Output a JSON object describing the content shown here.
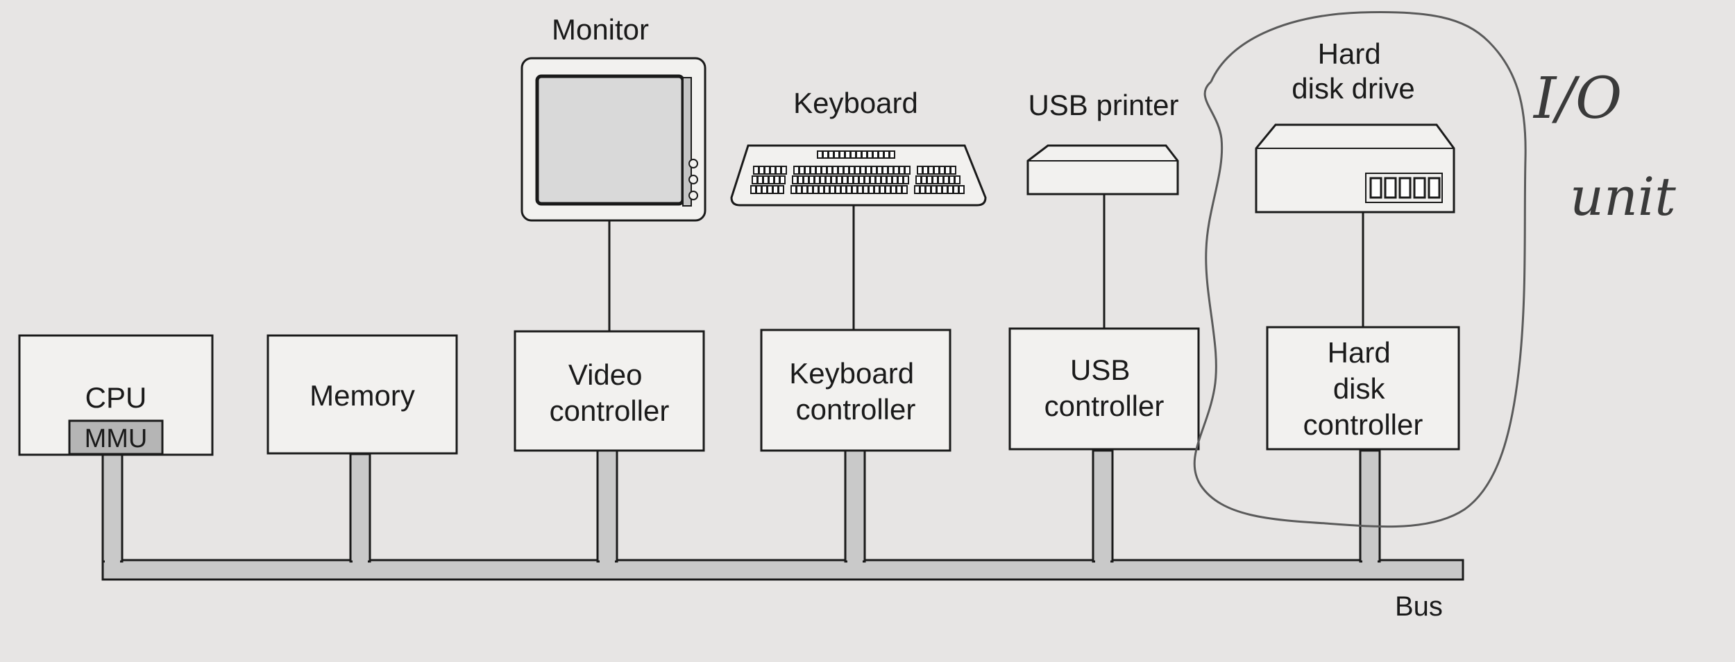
{
  "diagram": {
    "components": {
      "cpu": "CPU",
      "mmu": "MMU",
      "memory": "Memory",
      "video_controller": [
        "Video",
        "controller"
      ],
      "keyboard_controller": [
        "Keyboard",
        "controller"
      ],
      "usb_controller": [
        "USB",
        "controller"
      ],
      "disk_controller": [
        "Hard",
        "disk",
        "controller"
      ]
    },
    "devices": {
      "monitor": "Monitor",
      "keyboard": "Keyboard",
      "usb_printer": "USB printer",
      "hard_disk_drive": [
        "Hard",
        "disk drive"
      ]
    },
    "bus_label": "Bus"
  },
  "annotation": {
    "text_line1": "I/O",
    "text_line2": "unit"
  },
  "colors": {
    "paper": "#e7e5e4",
    "ink": "#1a1a1a",
    "box_fill": "#f2f1ef",
    "bus_fill": "#c9c9c9",
    "screen_fill": "#d9d9d9",
    "pencil": "#5a5a5a"
  }
}
